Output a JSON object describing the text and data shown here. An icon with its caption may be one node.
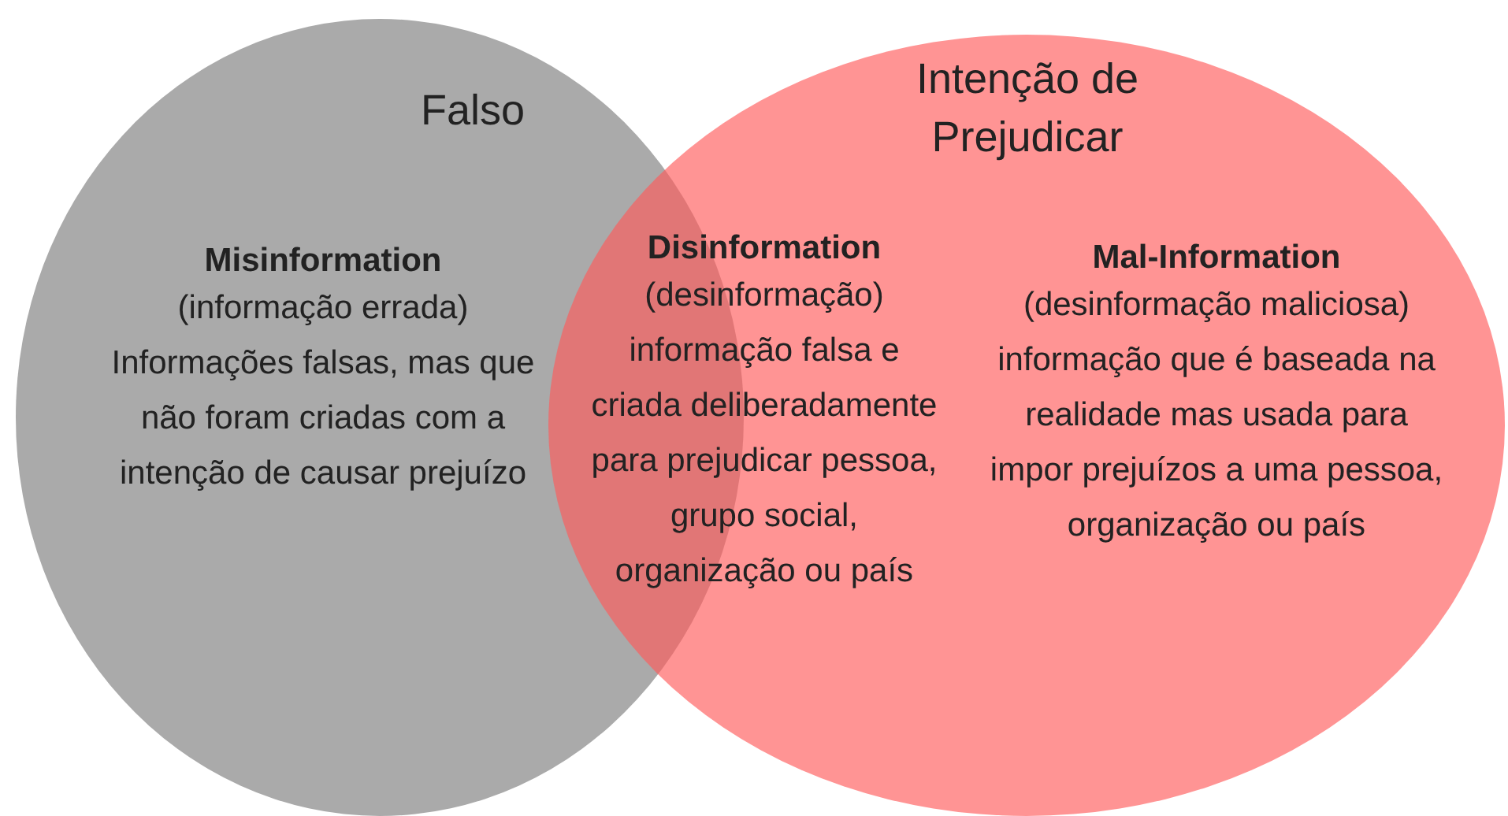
{
  "diagram": {
    "nodes": [
      {
        "text": [
          "Falso",
          "Misinformation",
          "(informação errada) Informações falsas, mas que não foram criadas com a intenção de causar prejuízo"
        ]
      },
      {
        "text": [
          "Intenção de Prejudicar",
          "Mal-Information",
          "(desinformação maliciosa) informação que é baseada na realidade mas usada para impor prejuízos a uma pessoa, organização ou país"
        ]
      }
    ],
    "labels": [
      "Disinformation",
      "(desinformação) informação falsa e criada deliberadamente para prejudicar pessoa, grupo social, organização ou país"
    ]
  }
}
